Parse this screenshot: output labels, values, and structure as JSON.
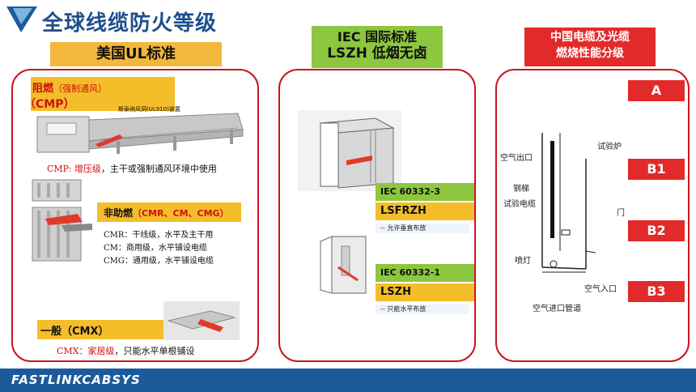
{
  "page": {
    "title": "全球线缆防火等级",
    "footer_brand": "FASTLINKCABSYS"
  },
  "colors": {
    "title_blue": "#1f4e8c",
    "panel_red": "#c7161e",
    "header_orange": "#f2b83b",
    "header_green": "#8dc63f",
    "header_red": "#e32a2a",
    "footer_blue": "#1c5a9c"
  },
  "ul": {
    "header": "美国UL标准",
    "cmp": {
      "title": "阻燃",
      "title_note": "（强制通风）",
      "code": "（CMP）",
      "caption": "斯泰纳风洞(UL910)装置",
      "desc_code": "CMP:",
      "desc_level": "增压级",
      "desc_text": "，主干或强制通风环境中使用"
    },
    "non_flame": {
      "title": "非助燃",
      "codes": "（CMR、CM、CMG）",
      "items": [
        {
          "code": "CMR：",
          "text": "干线级，水平及主干用"
        },
        {
          "code": "CM：",
          "text": "商用级，水平铺设电缆"
        },
        {
          "code": "CMG：",
          "text": "通用级，水平铺设电缆"
        }
      ]
    },
    "general": {
      "title": "一般（CMX）",
      "desc_code": "CMX：",
      "desc_level": "家居级",
      "desc_text": "，只能水平单根铺设"
    }
  },
  "iec": {
    "header_line1": "IEC 国际标准",
    "header_line2": "LSZH 低烟无卤",
    "block1": {
      "std": "IEC  60332-3",
      "name": "LSFRZH",
      "note": "-- 允许垂直布放"
    },
    "block2": {
      "std": "IEC  60332-1",
      "name": "LSZH",
      "note": "-- 只能水平布放"
    }
  },
  "china": {
    "header_line1": "中国电缆及光缆",
    "header_line2": "燃烧性能分级",
    "grades": [
      "A",
      "B1",
      "B2",
      "B3"
    ],
    "labels": {
      "air_out": "空气出口",
      "furnace": "试验炉",
      "ladder": "钢梯",
      "cable": "试验电缆",
      "door": "门",
      "burner": "喷灯",
      "air_in": "空气入口",
      "air_pipe": "空气进口管道"
    }
  }
}
